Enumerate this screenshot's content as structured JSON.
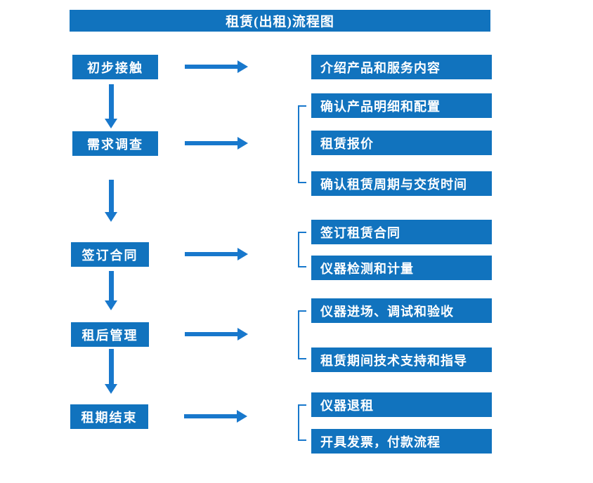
{
  "title": "租赁(出租)流程图",
  "colors": {
    "box": "#1173BE",
    "arrow": "#1878CC",
    "text": "#FFFFFF",
    "background": "#FFFFFF"
  },
  "steps": [
    {
      "label": "初步接触",
      "details": [
        "介绍产品和服务内容"
      ]
    },
    {
      "label": "需求调查",
      "details": [
        "确认产品明细和配置",
        "租赁报价",
        "确认租赁周期与交货时间"
      ]
    },
    {
      "label": "签订合同",
      "details": [
        "签订租赁合同",
        "仪器检测和计量"
      ]
    },
    {
      "label": "租后管理",
      "details": [
        "仪器进场、调试和验收",
        "租赁期间技术支持和指导"
      ]
    },
    {
      "label": "租期结束",
      "details": [
        "仪器退租",
        "开具发票，付款流程"
      ]
    }
  ]
}
